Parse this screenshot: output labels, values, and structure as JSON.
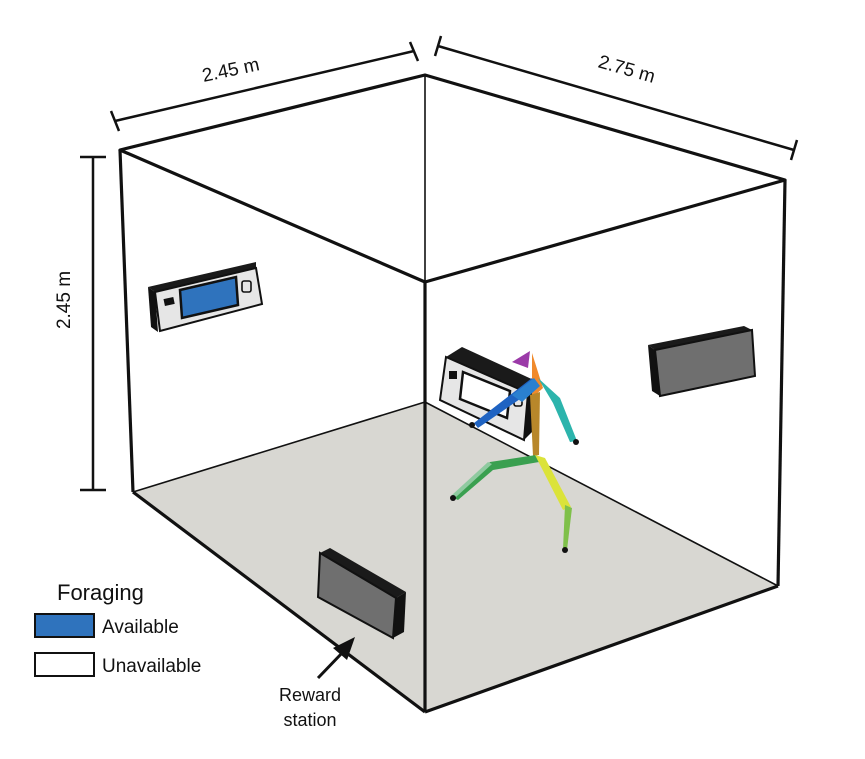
{
  "dimensions": {
    "width_left": "2.45 m",
    "width_right": "2.75 m",
    "height": "2.45 m"
  },
  "legend": {
    "title": "Foraging",
    "items": [
      {
        "label": "Available",
        "color": "#2f73bd"
      },
      {
        "label": "Unavailable",
        "color": "#ffffff"
      }
    ]
  },
  "annotation": {
    "line1": "Reward",
    "line2": "station"
  },
  "colors": {
    "floor": "#d8d7d2",
    "edge": "#111111",
    "station_face": "#6f6f6f",
    "screen_available": "#2f73bd",
    "panel": "#e9e9e9"
  }
}
